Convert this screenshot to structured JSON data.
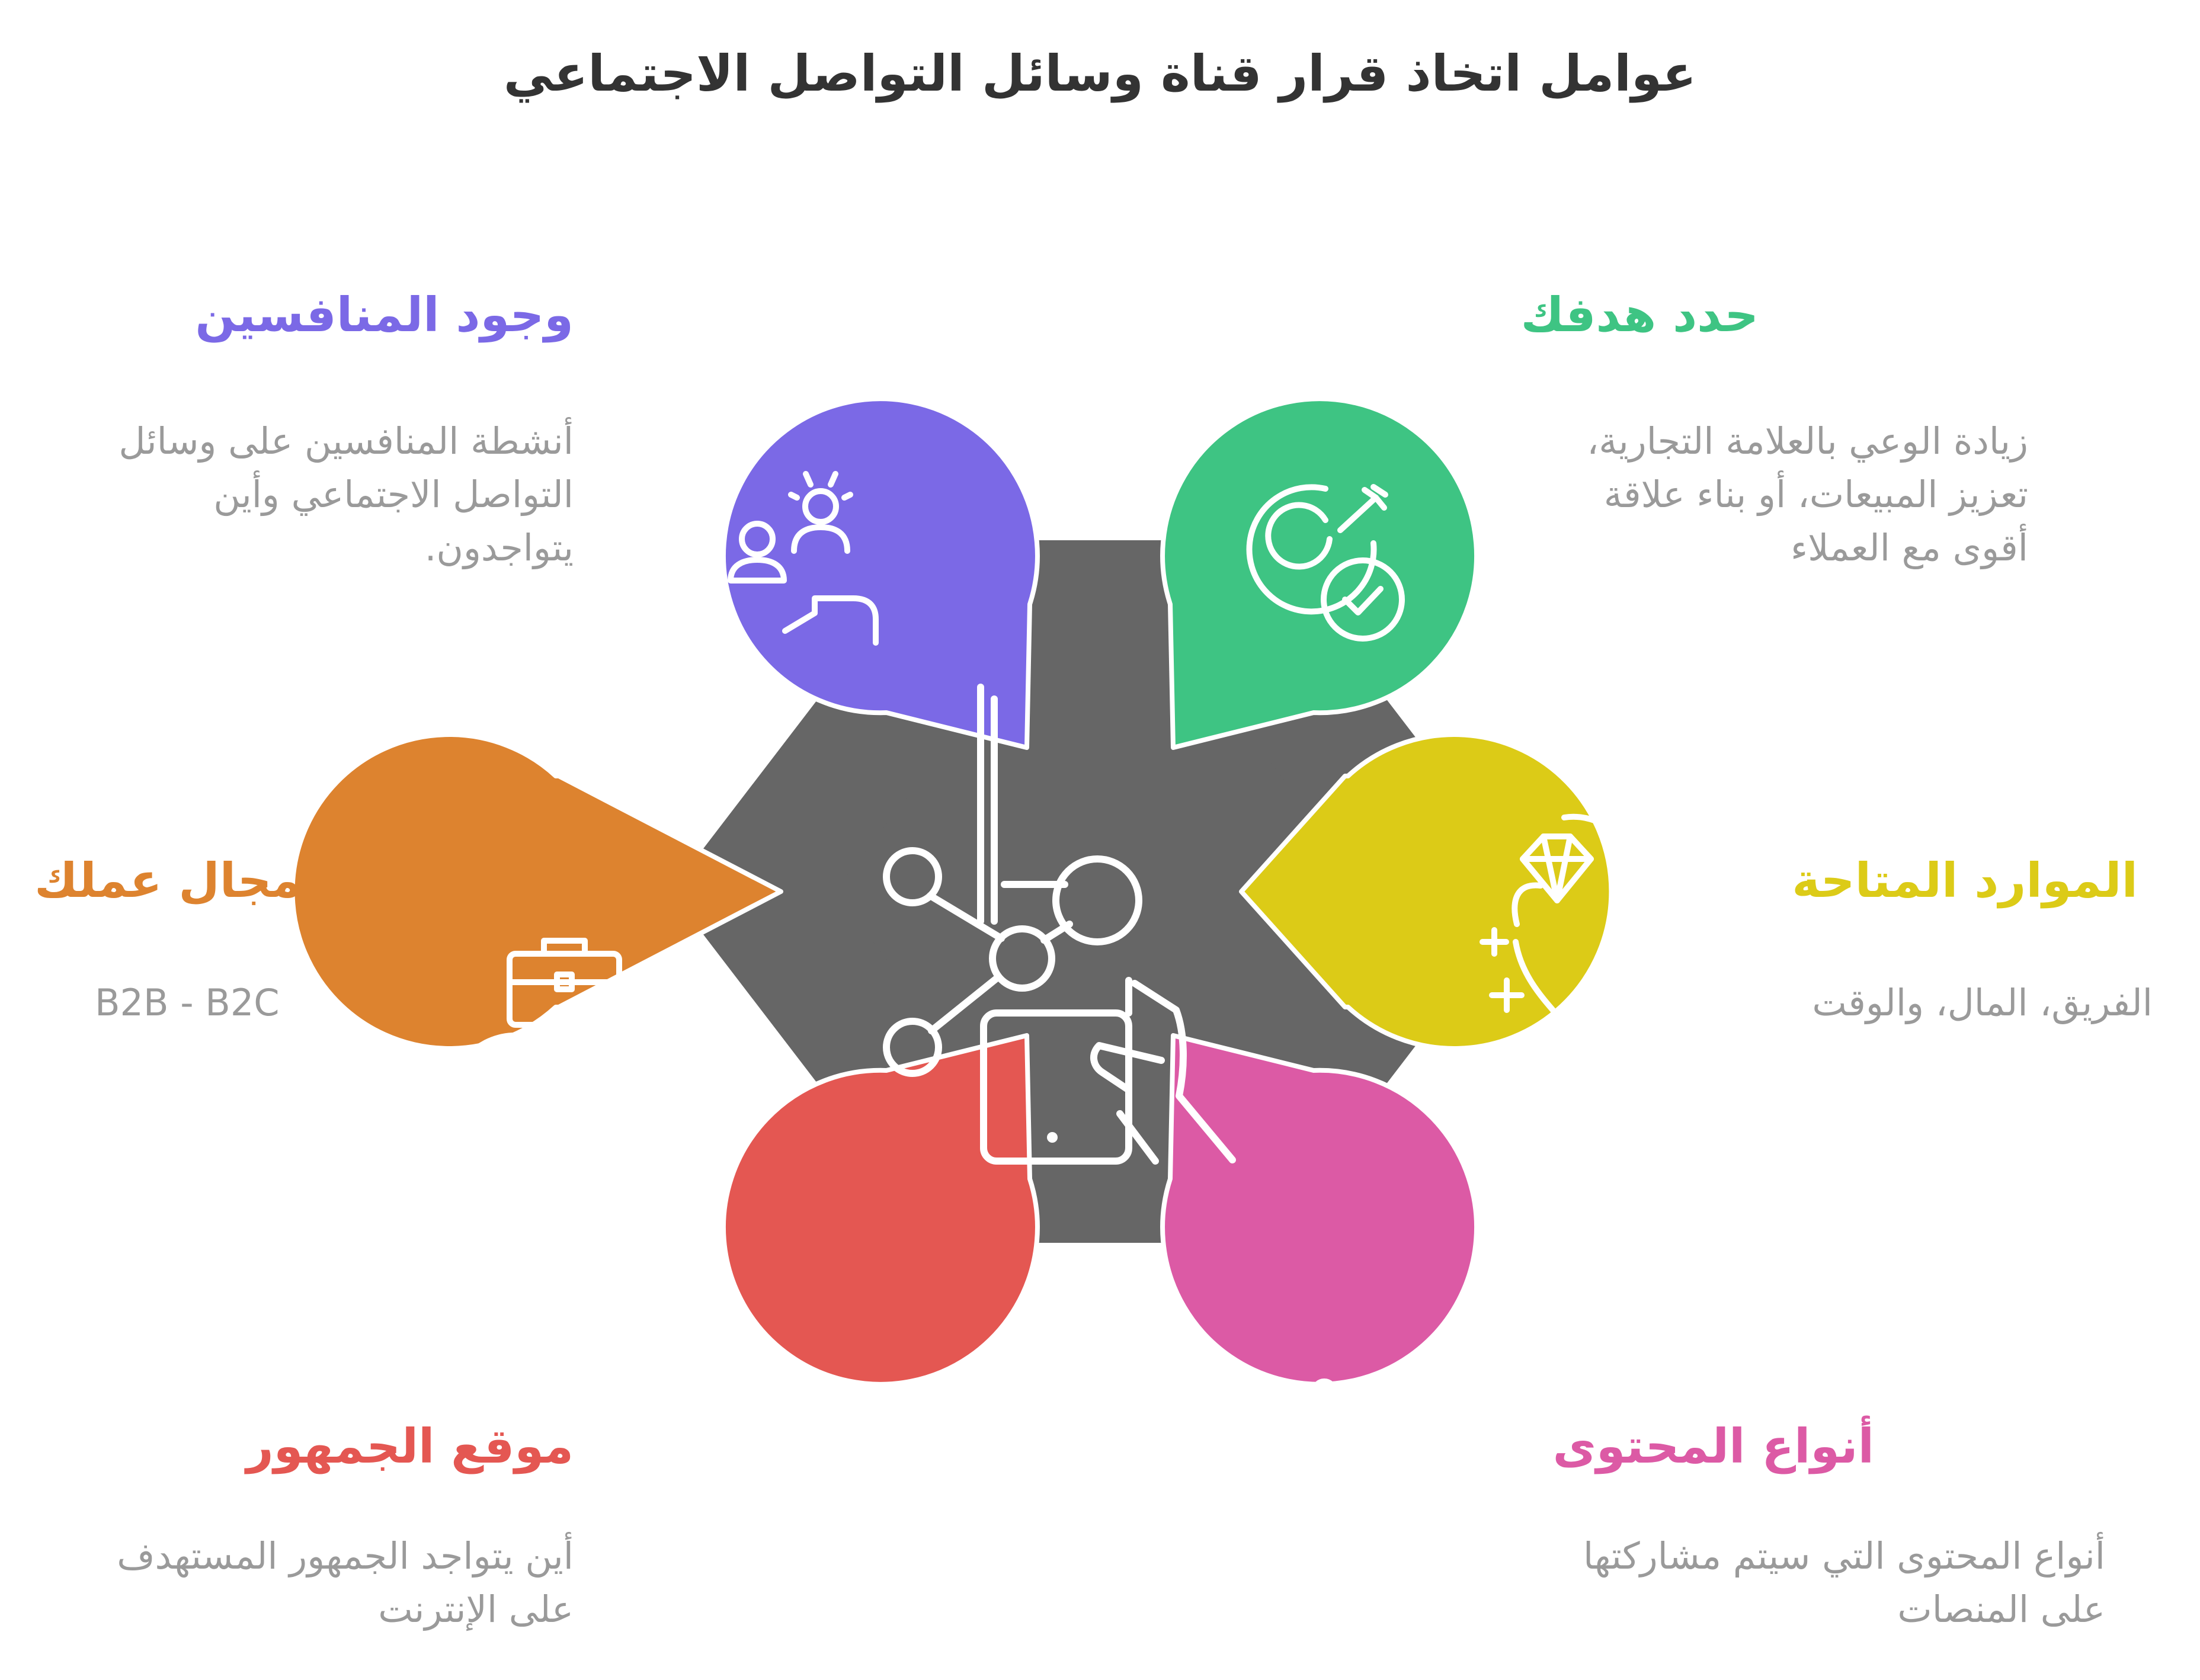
{
  "title": "عوامل اتخاذ قرار قناة وسائل التواصل الاجتماعي",
  "colors": {
    "hub": "#666666",
    "goal": "#3ec483",
    "resources": "#dccb17",
    "content": "#dc5aa5",
    "audience": "#e45752",
    "field": "#dd832f",
    "competitors": "#7b69e6",
    "description": "#9a9a9a",
    "title": "#333333"
  },
  "center_icon": "social-media-phone-icon",
  "factors": {
    "goal": {
      "heading": "حدد هدفك",
      "lines": [
        "زيادة الوعي بالعلامة التجارية،",
        "تعزيز المبيعات، أو بناء علاقة",
        "أقوى مع العملاء"
      ],
      "icon": "target-check-icon"
    },
    "resources": {
      "heading": "الموارد المتاحة",
      "lines": [
        "الفريق، المال، والوقت"
      ],
      "icon": "hand-diamond-icon"
    },
    "content": {
      "heading": "أنواع المحتوى",
      "lines": [
        "أنواع المحتوى التي سيتم مشاركتها",
        "على المنصات"
      ],
      "icon": "network-hub-icon"
    },
    "audience": {
      "heading": "موقع الجمهور",
      "lines": [
        "أين يتواجد الجمهور المستهدف",
        "على الإنترنت"
      ],
      "icon": "person-location-icon"
    },
    "field": {
      "heading": "مجال عملك",
      "lines": [
        "B2B - B2C"
      ],
      "icon": "hand-briefcase-icon"
    },
    "competitors": {
      "heading": "وجود المنافسين",
      "lines": [
        "أنشطة المنافسين على وسائل",
        "التواصل الاجتماعي وأين",
        "يتواجدون."
      ],
      "icon": "competitors-icon"
    }
  }
}
